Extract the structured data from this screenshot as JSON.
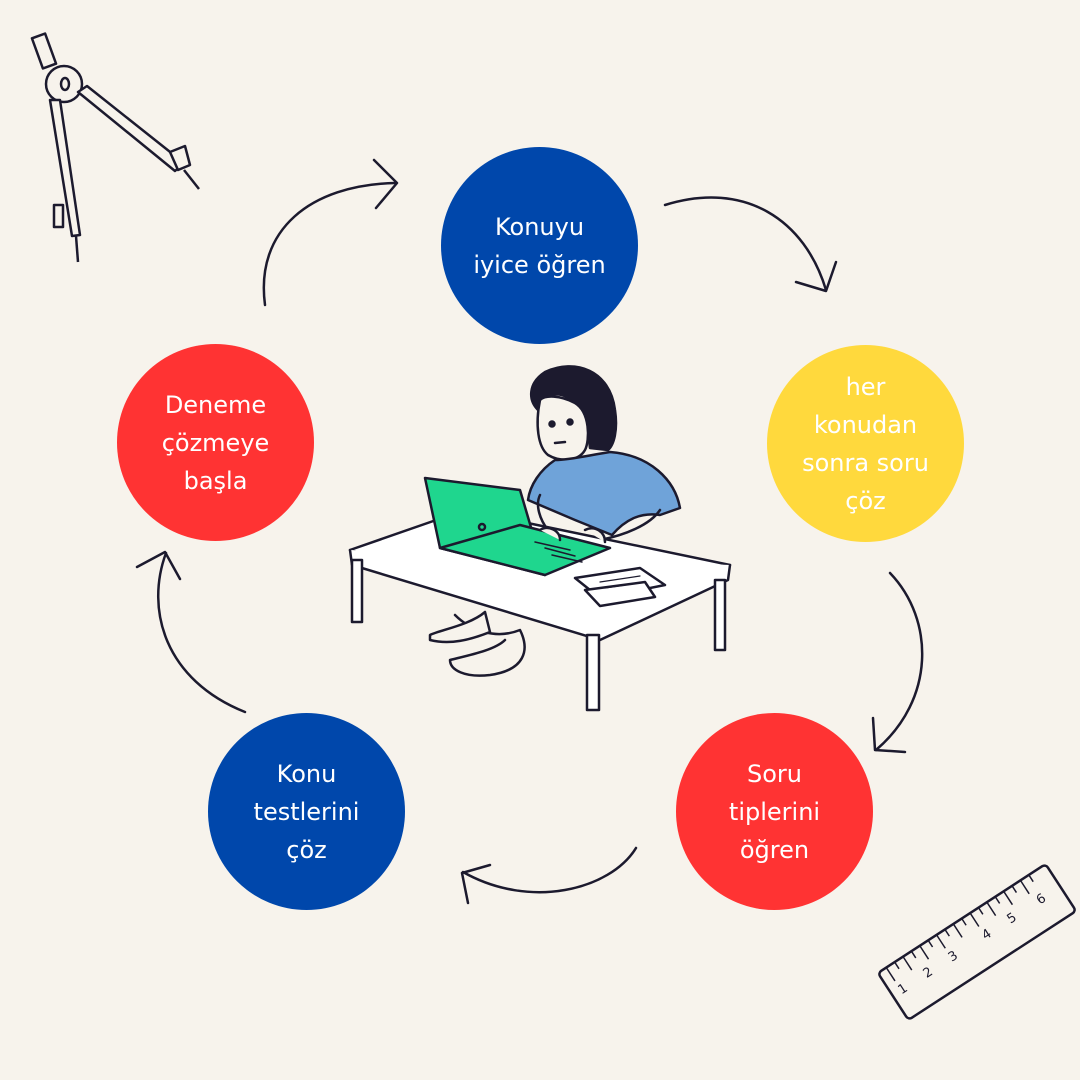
{
  "cycle": {
    "steps": [
      {
        "id": "learn-topic",
        "label": "Konuyu\niyice öğren",
        "color": "#0047ab"
      },
      {
        "id": "solve-after-each",
        "label": "her\nkonudan\nsonra soru\nçöz",
        "color": "#ffd93d"
      },
      {
        "id": "learn-question-types",
        "label": "Soru\ntiplerini\nöğren",
        "color": "#ff3333"
      },
      {
        "id": "solve-topic-tests",
        "label": "Konu\ntestlerini\nçöz",
        "color": "#0047ab"
      },
      {
        "id": "start-mock-exams",
        "label": "Deneme\nçözmeye\nbaşla",
        "color": "#ff3333"
      }
    ],
    "ruler_ticks": [
      "1",
      "2",
      "3",
      "4",
      "5",
      "6"
    ]
  },
  "colors": {
    "background": "#f7f3ec",
    "laptop": "#1fd68e",
    "shirt": "#6fa3d9",
    "ink": "#1c1a2e"
  },
  "icons": [
    "compass-icon",
    "ruler-icon",
    "student-at-laptop-illustration"
  ]
}
